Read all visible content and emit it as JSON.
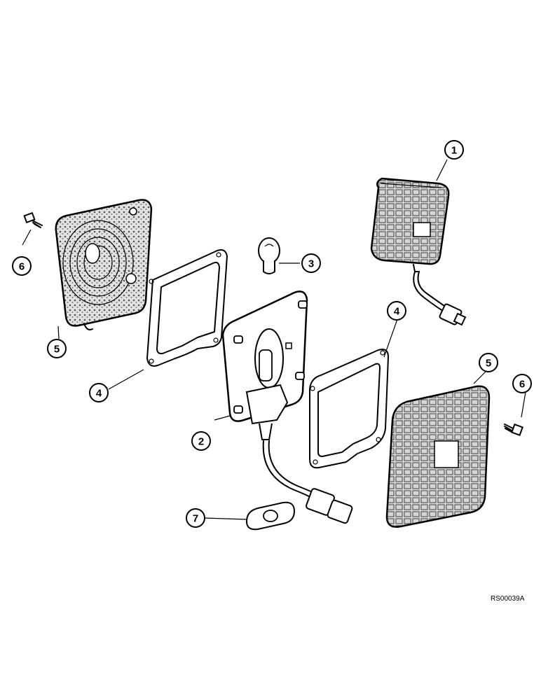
{
  "callouts": [
    {
      "id": "callout-1",
      "label": "1"
    },
    {
      "id": "callout-2",
      "label": "2"
    },
    {
      "id": "callout-3",
      "label": "3"
    },
    {
      "id": "callout-4a",
      "label": "4"
    },
    {
      "id": "callout-4b",
      "label": "4"
    },
    {
      "id": "callout-5a",
      "label": "5"
    },
    {
      "id": "callout-5b",
      "label": "5"
    },
    {
      "id": "callout-6a",
      "label": "6"
    },
    {
      "id": "callout-6b",
      "label": "6"
    },
    {
      "id": "callout-7",
      "label": "7"
    }
  ],
  "reference_code": "RS00039A",
  "colors": {
    "ink": "#000000",
    "paper": "#ffffff",
    "shade": "#bdbdbd"
  }
}
